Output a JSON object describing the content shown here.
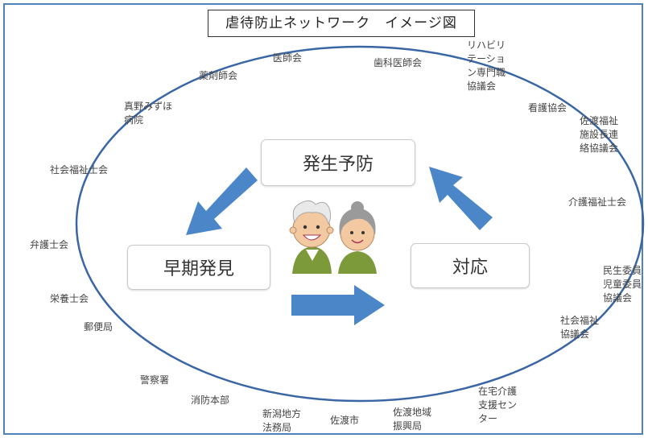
{
  "title": "虐待防止ネットワーク　イメージ図",
  "boxes": {
    "prevention": "発生予防",
    "early_detection": "早期発見",
    "response": "対応"
  },
  "organizations": {
    "ishikai": "医師会",
    "shikaishikai": "歯科医師会",
    "yakuzaishikai": "薬剤師会",
    "rehab": "リハビリ\nテーショ\nン専門職\n協議会",
    "kango": "看護協会",
    "shisetsu": "佐渡福祉\n施設長連\n絡協議会",
    "mano_hospital": "真野みずほ\n病院",
    "shakai_fukushishi": "社会福祉士会",
    "kaigo_fukushishi": "介護福祉士会",
    "bengoshi": "弁護士会",
    "minsei": "民生委員\n児童委員\n協議会",
    "eiyoushi": "栄養士会",
    "yubin": "郵便局",
    "shakai_fukushi_kyogikai": "社会福祉\n協議会",
    "keisatsu": "警察署",
    "shobo": "消防本部",
    "houmukyoku": "新潟地方\n法務局",
    "sado_city": "佐渡市",
    "shinkokyoku": "佐渡地域\n振興局",
    "zaitaku": "在宅介護\n支援セン\nター"
  },
  "colors": {
    "frame": "#4f81bd",
    "ellipse": "#3a66a5",
    "arrow": "#4a86c8"
  },
  "icons": [
    "elderly-couple-icon",
    "arrow-icon"
  ]
}
